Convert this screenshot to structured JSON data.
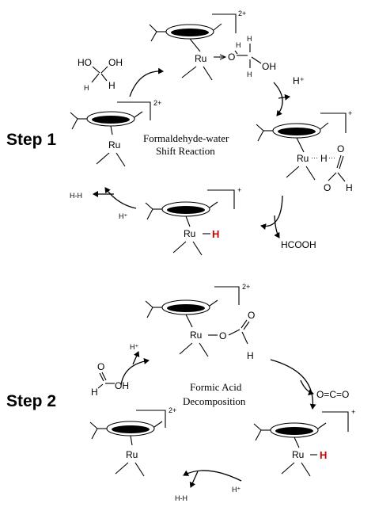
{
  "colors": {
    "ink": "#000000",
    "highlight_hydride": "#cc0000",
    "background": "#ffffff"
  },
  "step1": {
    "label": "Step 1",
    "cycle_title_line1": "Formaldehyde-water",
    "cycle_title_line2": "Shift Reaction",
    "complex_top": {
      "metal": "Ru",
      "charge": "2+",
      "O_ligand": "O",
      "H_a": "H",
      "H_b": "H",
      "OH": "OH",
      "H_c": "H"
    },
    "reagent_in": {
      "HO": "HO",
      "OH": "OH",
      "H": "H"
    },
    "proton_out": "H⁺",
    "complex_right": {
      "metal": "Ru",
      "dots1": "···",
      "H": "H",
      "dots2": "···",
      "O": "O",
      "O2": "O",
      "H2": "H",
      "charge": "+"
    },
    "product_out": "HCOOH",
    "complex_bottom": {
      "metal": "Ru",
      "hydride": "H",
      "charge": "+"
    },
    "proton_in": "H⁺",
    "gas_out": "H-H",
    "complex_left": {
      "metal": "Ru",
      "charge": "2+"
    }
  },
  "step2": {
    "label": "Step 2",
    "cycle_title_line1": "Formic Acid",
    "cycle_title_line2": "Decomposition",
    "complex_top": {
      "metal": "Ru",
      "O": "O",
      "O2": "O",
      "H": "H",
      "charge": "2+"
    },
    "co2_out": "O=C=O",
    "complex_right": {
      "metal": "Ru",
      "hydride": "H",
      "charge": "+"
    },
    "proton_in": "H⁺",
    "gas_out": "H-H",
    "complex_left": {
      "metal": "Ru",
      "charge": "2+"
    },
    "reagent_in": {
      "O": "O",
      "OH": "OH",
      "H": "H"
    },
    "proton_out": "H⁺"
  }
}
